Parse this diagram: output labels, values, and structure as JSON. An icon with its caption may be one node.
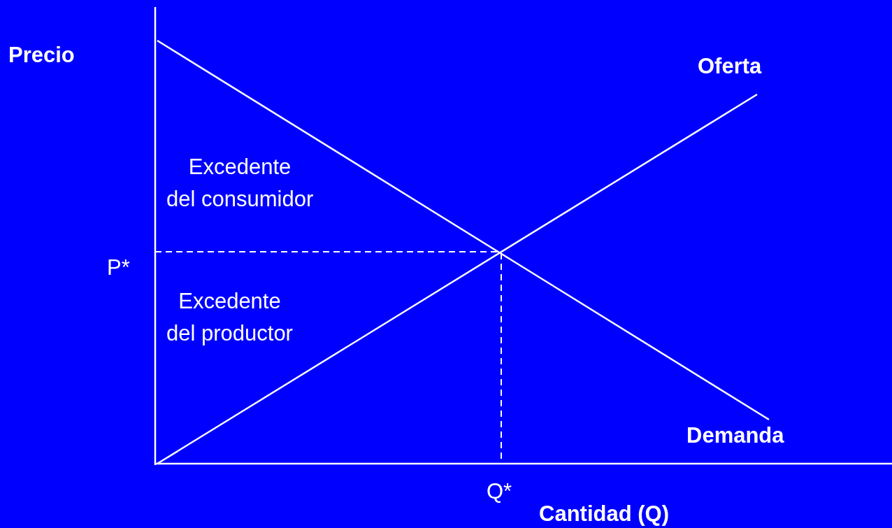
{
  "diagram": {
    "labels": [
      "Precio",
      "Oferta",
      "Excedente del consumidor",
      "P*",
      "Excedente del productor",
      "Demanda",
      "Q*",
      "Cantidad (Q)"
    ]
  }
}
